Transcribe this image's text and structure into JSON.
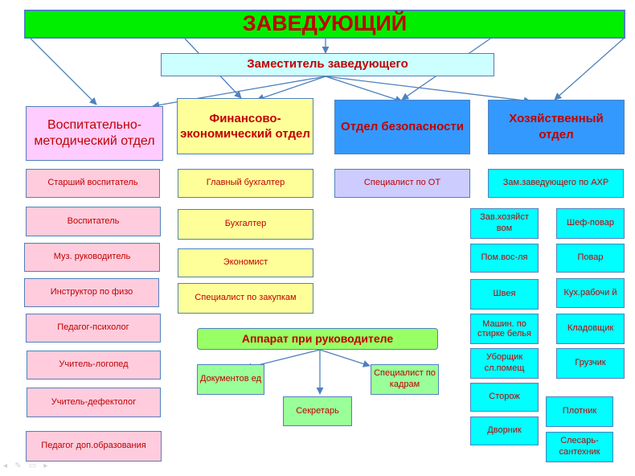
{
  "title": "ЗАВЕДУЮЩИЙ",
  "deputy": "Заместитель заведующего",
  "departments": {
    "methodical": "Воспитательно-методический отдел",
    "finance": "Финансово-экономический отдел",
    "security": "Отдел безопасности",
    "household": "Хозяйственный отдел"
  },
  "methodical_staff": [
    "Старший воспитатель",
    "Воспитатель",
    "Муз. руководитель",
    "Инструктор по физо",
    "Педагог-психолог",
    "Учитель-логопед",
    "Учитель-дефектолог",
    "Педагог доп.образования"
  ],
  "finance_staff": [
    "Главный бухгалтер",
    "Бухгалтер",
    "Экономист",
    "Специалист по закупкам"
  ],
  "security_staff": [
    "Специалист по ОТ"
  ],
  "household_head": "Зам.заведующего по АХР",
  "household_left": [
    "Зав.хозяйст вом",
    "Пом.вос-ля",
    "Швея",
    "Машин. по стирке белья",
    "Уборщик сл.помещ",
    "Сторож",
    "Дворник"
  ],
  "household_right": [
    "Шеф-повар",
    "Повар",
    "Кух.рабочи й",
    "Кладовщик",
    "Грузчик"
  ],
  "household_extra": [
    "Плотник",
    "Слесарь-сантехник"
  ],
  "apparatus": {
    "title": "Аппарат при руководителе",
    "items": [
      "Документов ед",
      "Секретарь",
      "Специалист по кадрам"
    ]
  },
  "colors": {
    "top": "#00ee00",
    "deputy": "#ccffff",
    "methodical_header": "#ffccff",
    "methodical_staff": "#ffccdd",
    "finance": "#ffff99",
    "security_header": "#3399ff",
    "security_staff": "#ccccff",
    "household_header": "#3399ff",
    "household_staff": "#00ffff",
    "apparatus_header": "#99ff66",
    "apparatus_items": "#99ff99",
    "arrow": "#4f81bd"
  }
}
